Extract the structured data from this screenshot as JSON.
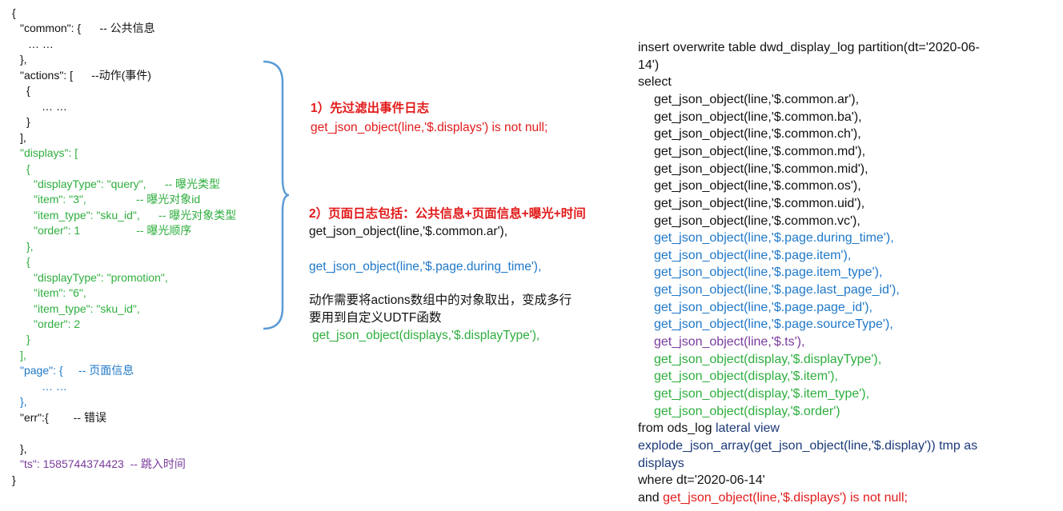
{
  "json_sample": {
    "lines": [
      {
        "text": "{",
        "color": "blk",
        "indent": 15
      },
      {
        "text": "\"common\": {      -- 公共信息",
        "color": "blk",
        "indent": 25
      },
      {
        "text": "… …",
        "color": "blk",
        "indent": 35
      },
      {
        "text": "},",
        "color": "blk",
        "indent": 25
      },
      {
        "text": "\"actions\": [      --动作(事件)",
        "color": "blk",
        "indent": 25
      },
      {
        "text": "{",
        "color": "blk",
        "indent": 33
      },
      {
        "text": "… …",
        "color": "blk",
        "indent": 52
      },
      {
        "text": "}",
        "color": "blk",
        "indent": 33
      },
      {
        "text": "],",
        "color": "blk",
        "indent": 25
      },
      {
        "text": "\"displays\": [",
        "color": "grn",
        "indent": 25
      },
      {
        "text": "{",
        "color": "grn",
        "indent": 33
      },
      {
        "text": "\"displayType\": \"query\",      -- 曝光类型",
        "color": "grn",
        "indent": 42
      },
      {
        "text": "\"item\": \"3\",                -- 曝光对象id",
        "color": "grn",
        "indent": 42
      },
      {
        "text": "\"item_type\": \"sku_id\",      -- 曝光对象类型",
        "color": "grn",
        "indent": 42
      },
      {
        "text": "\"order\": 1                  -- 曝光顺序",
        "color": "grn",
        "indent": 42
      },
      {
        "text": "},",
        "color": "grn",
        "indent": 33
      },
      {
        "text": "{",
        "color": "grn",
        "indent": 33
      },
      {
        "text": "\"displayType\": \"promotion\",",
        "color": "grn",
        "indent": 42
      },
      {
        "text": "\"item\": \"6\",",
        "color": "grn",
        "indent": 42
      },
      {
        "text": "\"item_type\": \"sku_id\",",
        "color": "grn",
        "indent": 42
      },
      {
        "text": "\"order\": 2",
        "color": "grn",
        "indent": 42
      },
      {
        "text": "}",
        "color": "grn",
        "indent": 33
      },
      {
        "text": "],",
        "color": "grn",
        "indent": 25
      },
      {
        "text": "\"page\": {     -- 页面信息",
        "color": "blu",
        "indent": 25
      },
      {
        "text": "… …",
        "color": "blu",
        "indent": 52
      },
      {
        "text": "},",
        "color": "blu",
        "indent": 25
      },
      {
        "text": "\"err\":{        -- 错误",
        "color": "blk",
        "indent": 25
      },
      {
        "text": "",
        "color": "blk",
        "indent": 25
      },
      {
        "text": "},",
        "color": "blk",
        "indent": 25
      },
      {
        "text": "\"ts\": 1585744374423  -- 跳入时间",
        "color": "pur",
        "indent": 25
      },
      {
        "text": "}",
        "color": "blk",
        "indent": 15
      }
    ]
  },
  "notes": {
    "step1_title": "1）先过滤出事件日志",
    "step1_code": "get_json_object(line,'$.displays') is not null;",
    "step2_title": "2）页面日志包括：公共信息+页面信息+曝光+时间",
    "step2_common": "get_json_object(line,'$.common.ar'),",
    "step2_page": "get_json_object(line,'$.page.during_time'),",
    "explain_1": "动作需要将actions数组中的对象取出，变成多行",
    "explain_2": "要用到自定义UDTF函数",
    "display_code": "get_json_object(displays,'$.displayType'),"
  },
  "sql": {
    "lines": [
      {
        "parts": [
          {
            "t": "insert overwrite table dwd_display_log partition(dt='2020-06-",
            "c": "blk"
          }
        ],
        "indent": 0
      },
      {
        "parts": [
          {
            "t": "14')",
            "c": "blk"
          }
        ],
        "indent": 0
      },
      {
        "parts": [
          {
            "t": "select",
            "c": "blk"
          }
        ],
        "indent": 0
      },
      {
        "parts": [
          {
            "t": "get_json_object(line,'$.common.ar'),",
            "c": "blk"
          }
        ],
        "indent": 20
      },
      {
        "parts": [
          {
            "t": "get_json_object(line,'$.common.ba'),",
            "c": "blk"
          }
        ],
        "indent": 20
      },
      {
        "parts": [
          {
            "t": "get_json_object(line,'$.common.ch'),",
            "c": "blk"
          }
        ],
        "indent": 20
      },
      {
        "parts": [
          {
            "t": "get_json_object(line,'$.common.md'),",
            "c": "blk"
          }
        ],
        "indent": 20
      },
      {
        "parts": [
          {
            "t": "get_json_object(line,'$.common.mid'),",
            "c": "blk"
          }
        ],
        "indent": 20
      },
      {
        "parts": [
          {
            "t": "get_json_object(line,'$.common.os'),",
            "c": "blk"
          }
        ],
        "indent": 20
      },
      {
        "parts": [
          {
            "t": "get_json_object(line,'$.common.uid'),",
            "c": "blk"
          }
        ],
        "indent": 20
      },
      {
        "parts": [
          {
            "t": "get_json_object(line,'$.common.vc'),",
            "c": "blk"
          }
        ],
        "indent": 20
      },
      {
        "parts": [
          {
            "t": "get_json_object(line,'$.page.during_time'),",
            "c": "blu"
          }
        ],
        "indent": 20
      },
      {
        "parts": [
          {
            "t": "get_json_object(line,'$.page.item'),",
            "c": "blu"
          }
        ],
        "indent": 20
      },
      {
        "parts": [
          {
            "t": "get_json_object(line,'$.page.item_type'),",
            "c": "blu"
          }
        ],
        "indent": 20
      },
      {
        "parts": [
          {
            "t": "get_json_object(line,'$.page.last_page_id'),",
            "c": "blu"
          }
        ],
        "indent": 20
      },
      {
        "parts": [
          {
            "t": "get_json_object(line,'$.page.page_id'),",
            "c": "blu"
          }
        ],
        "indent": 20
      },
      {
        "parts": [
          {
            "t": "get_json_object(line,'$.page.sourceType'),",
            "c": "blu"
          }
        ],
        "indent": 20
      },
      {
        "parts": [
          {
            "t": "get_json_object(line,'$.ts'),",
            "c": "pur"
          }
        ],
        "indent": 20
      },
      {
        "parts": [
          {
            "t": "get_json_object(display,'$.displayType'),",
            "c": "grn"
          }
        ],
        "indent": 20
      },
      {
        "parts": [
          {
            "t": "get_json_object(display,'$.item'),",
            "c": "grn"
          }
        ],
        "indent": 20
      },
      {
        "parts": [
          {
            "t": "get_json_object(display,'$.item_type'),",
            "c": "grn"
          }
        ],
        "indent": 20
      },
      {
        "parts": [
          {
            "t": "get_json_object(display,'$.order')",
            "c": "grn"
          }
        ],
        "indent": 20
      },
      {
        "parts": [
          {
            "t": "from ods_log ",
            "c": "blk"
          },
          {
            "t": "lateral view",
            "c": "navy"
          }
        ],
        "indent": 0
      },
      {
        "parts": [
          {
            "t": "explode_json_array(get_json_object(line,'$.display')) tmp as",
            "c": "navy"
          }
        ],
        "indent": 0
      },
      {
        "parts": [
          {
            "t": "displays",
            "c": "navy"
          }
        ],
        "indent": 0
      },
      {
        "parts": [
          {
            "t": "where dt='2020-06-14'",
            "c": "blk"
          }
        ],
        "indent": 0
      },
      {
        "parts": [
          {
            "t": "and ",
            "c": "blk"
          },
          {
            "t": "get_json_object(line,'$.displays') is not null;",
            "c": "red"
          }
        ],
        "indent": 0
      }
    ]
  },
  "colors": {
    "black": "#111111",
    "green": "#2eae3e",
    "blue": "#1f78c8",
    "purple": "#7a3b9c",
    "red": "#e21b1b",
    "navy": "#1c3a78",
    "brace": "#5b9bd5"
  }
}
